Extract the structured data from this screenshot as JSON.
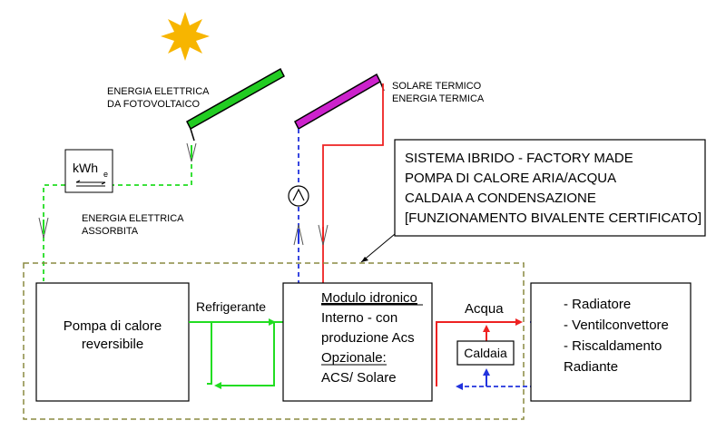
{
  "sources": {
    "pv_label_line1": "ENERGIA ELETTRICA",
    "pv_label_line2": "DA FOTOVOLTAICO",
    "thermal_label_line1": "SOLARE TERMICO",
    "thermal_label_line2": "ENERGIA TERMICA"
  },
  "meter": {
    "unit": "kWh",
    "subscript": "e"
  },
  "absorbed": {
    "line1": "ENERGIA ELETTRICA",
    "line2": "ASSORBITA"
  },
  "system_box": {
    "line1": "SISTEMA IBRIDO - FACTORY MADE",
    "line2": "POMPA DI CALORE ARIA/ACQUA",
    "line3": "CALDAIA A CONDENSAZIONE",
    "line4": "[FUNZIONAMENTO BIVALENTE CERTIFICATO]"
  },
  "heat_pump": {
    "line1": "Pompa di calore",
    "line2": "reversibile"
  },
  "refrigerant_label": "Refrigerante",
  "hydronic_module": {
    "line1": "Modulo idronico",
    "line2": "Interno - con",
    "line3": "produzione Acs",
    "line4": "Opzionale:",
    "line5": "ACS/ Solare"
  },
  "water_label": "Acqua",
  "boiler_label": "Caldaia",
  "emitters": {
    "line1": "- Radiatore",
    "line2": "- Ventilconvettore",
    "line3": "- Riscaldamento",
    "line4": "Radiante"
  },
  "colors": {
    "sun": "#F7B500",
    "pv_panel": "#22CC22",
    "thermal_panel": "#CC22CC",
    "electric_line": "#22DD22",
    "hot_line": "#EE2222",
    "cold_line": "#2233DD",
    "dashed_border": "#8A8A40"
  }
}
